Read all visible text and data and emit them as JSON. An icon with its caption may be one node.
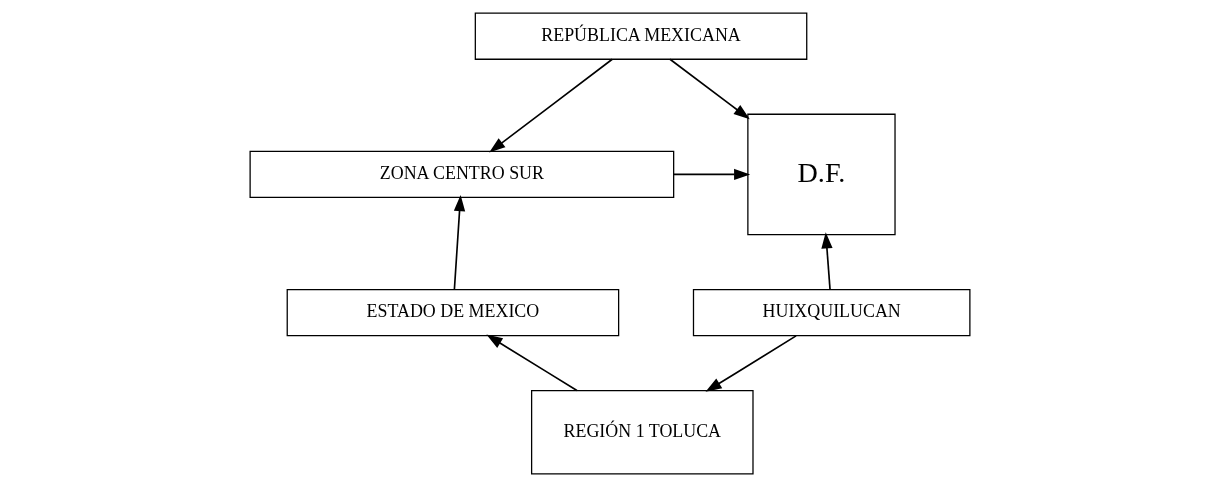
{
  "diagram": {
    "nodes": [
      {
        "text": [
          "REPÚBLICA MEXICANA"
        ]
      },
      {
        "text": [
          "ZONA CENTRO SUR"
        ]
      },
      {
        "text": [
          "D.F."
        ]
      },
      {
        "text": [
          "ESTADO DE MEXICO"
        ]
      },
      {
        "text": [
          "HUIXQUILUCAN"
        ]
      },
      {
        "text": [
          "REGIÓN 1 TOLUCA"
        ]
      }
    ],
    "edges": [
      {
        "from": 0,
        "to": 1,
        "arrow": "to"
      },
      {
        "from": 0,
        "to": 2,
        "arrow": "to"
      },
      {
        "from": 1,
        "to": 2,
        "arrow": "to"
      },
      {
        "from": 3,
        "to": 1,
        "arrow": "to"
      },
      {
        "from": 4,
        "to": 2,
        "arrow": "to"
      },
      {
        "from": 4,
        "to": 5,
        "arrow": "to"
      },
      {
        "from": 5,
        "to": 3,
        "arrow": "to"
      }
    ]
  }
}
